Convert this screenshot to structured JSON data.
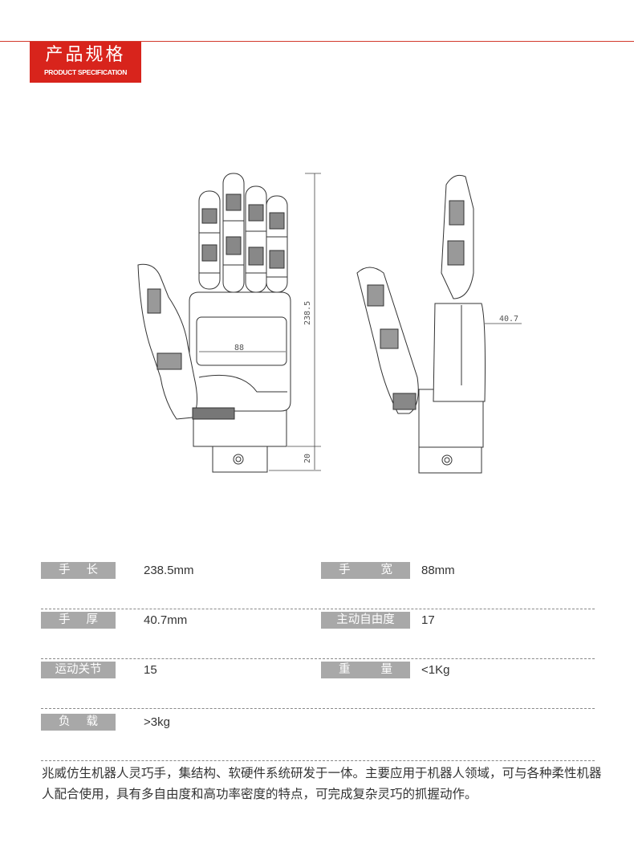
{
  "header": {
    "title": "产品规格",
    "subtitle": "PRODUCT SPECIFICATION",
    "accent_color": "#d8241c"
  },
  "drawing": {
    "dim_length": "238.5",
    "dim_width": "88",
    "dim_thickness": "40.7",
    "dim_base": "20"
  },
  "specs": [
    {
      "label": "手长",
      "value": "238.5mm"
    },
    {
      "label": "手宽",
      "value": "88mm"
    },
    {
      "label": "手厚",
      "value": "40.7mm"
    },
    {
      "label": "主动自由度",
      "value": "17"
    },
    {
      "label": "运动关节",
      "value": "15"
    },
    {
      "label": "重量",
      "value": "<1Kg"
    },
    {
      "label": "负载",
      "value": ">3kg"
    }
  ],
  "description": "兆威仿生机器人灵巧手，集结构、软硬件系统研发于一体。主要应用于机器人领域，可与各种柔性机器人配合使用，具有多自由度和高功率密度的特点，可完成复杂灵巧的抓握动作。"
}
